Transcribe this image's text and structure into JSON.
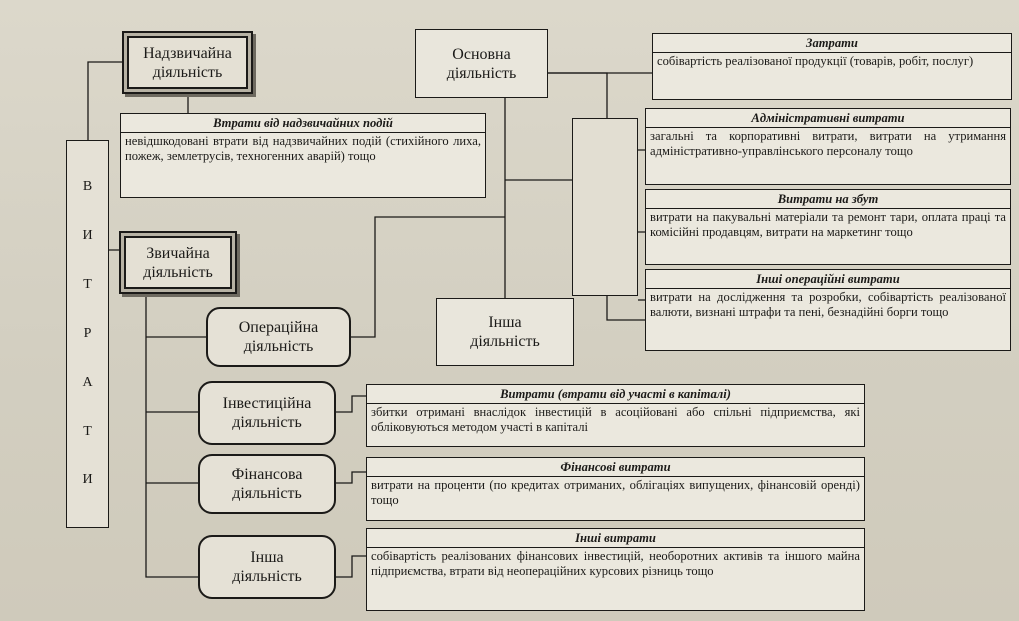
{
  "vertical_title": [
    "В",
    "И",
    "Т",
    "Р",
    "А",
    "Т",
    "И"
  ],
  "nodes": {
    "extraordinary": "Надзвичайна діяльність",
    "ordinary": "Звичайна діяльність",
    "main": "Основна діяльність",
    "other_activity": "Інша діяльність",
    "operating": "Операційна діяльність",
    "investment": "Інвестиційна діяльність",
    "financial": "Фінансова діяльність",
    "other": "Інша діяльність"
  },
  "descriptions": {
    "losses_extraordinary": {
      "title": "Втрати від надзвичайних подій",
      "text": "невідшкодовані втрати від надзвичайних подій (стихійного лиха, пожеж, землетрусів, техногенних аварій) тощо"
    },
    "costs": {
      "title": "Затрати",
      "text": "собівартість реалізованої продукції (товарів, робіт, послуг)"
    },
    "admin": {
      "title": "Адміністративні витрати",
      "text": "загальні та корпоративні витрати, витрати на утримання адміністративно-управлінського персоналу тощо"
    },
    "sales": {
      "title": "Витрати на збут",
      "text": "витрати на пакувальні матеріали та ремонт тари, оплата праці та комісійні продавцям, витрати на маркетинг тощо"
    },
    "other_operating": {
      "title": "Інші операційні витрати",
      "text": "витрати на дослідження та розробки, собівартість реалізованої валюти, визнані штрафи та пені, безнадійні борги тощо"
    },
    "equity": {
      "title": "Витрати (втрати від участі в капіталі)",
      "text": "збитки отримані внаслідок інвестицій в асоційовані або спільні підприємства, які обліковуються методом участі в капіталі"
    },
    "financial_costs": {
      "title": "Фінансові витрати",
      "text": "витрати на проценти (по кредитах отриманих, облігаціях випущених, фінансовій оренді) тощо"
    },
    "other_costs": {
      "title": "Інші витрати",
      "text": "собівартість реалізованих фінансових інвестицій, необоротних активів та іншого майна підприємства, втрати від неопераційних курсових різниць тощо"
    }
  }
}
